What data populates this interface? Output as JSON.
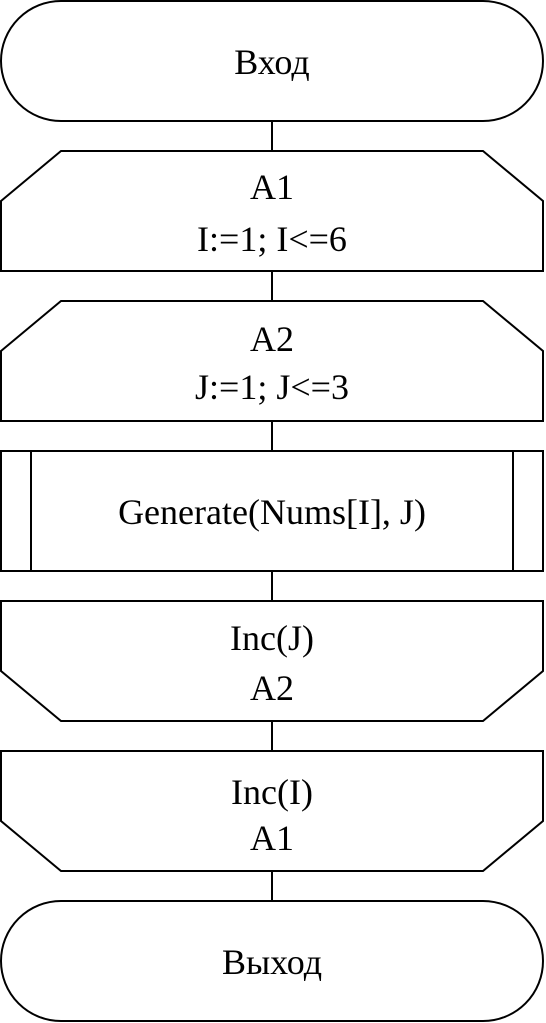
{
  "blocks": {
    "start": {
      "text": "Вход"
    },
    "loop1_top": {
      "label": "A1",
      "condition": "I:=1; I<=6"
    },
    "loop2_top": {
      "label": "A2",
      "condition": "J:=1; J<=3"
    },
    "process": {
      "text": "Generate(Nums[I], J)"
    },
    "loop2_end": {
      "action": "Inc(J)",
      "label": "A2"
    },
    "loop1_end": {
      "action": "Inc(I)",
      "label": "A1"
    },
    "end": {
      "text": "Выход"
    }
  }
}
